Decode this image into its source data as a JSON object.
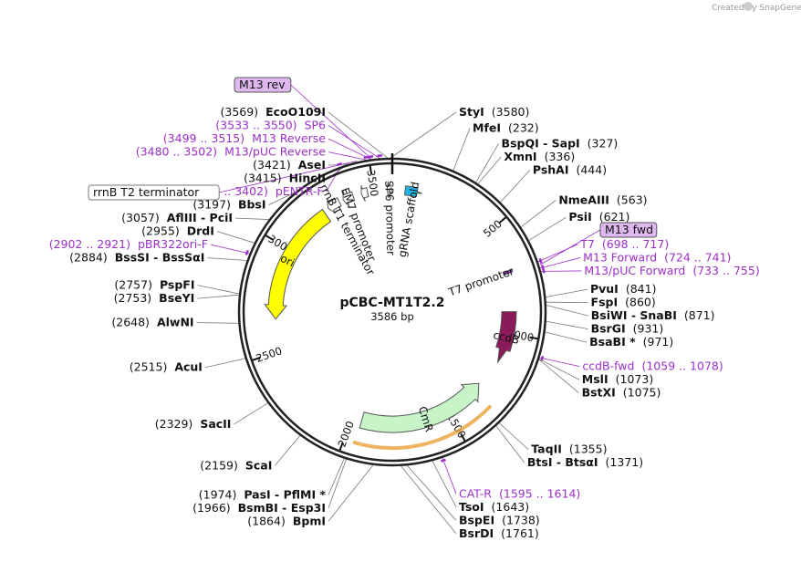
{
  "plasmid": {
    "name": "pCBC-MT1T2.2",
    "size_label": "3586 bp",
    "length": 3586
  },
  "credit": "Created by SnapGene",
  "colors": {
    "backbone": "#222222",
    "primer": "#9b30c8",
    "ori": "#ffff00",
    "cmr": "#c8f5c8",
    "ccdb": "#8b1a5a",
    "gRNA": "#21b4e6",
    "t7p": "#9b30c8"
  },
  "ticks": [
    {
      "pos": 500,
      "label": "500"
    },
    {
      "pos": 1000,
      "label": "1000"
    },
    {
      "pos": 1500,
      "label": "1500"
    },
    {
      "pos": 2000,
      "label": "2000"
    },
    {
      "pos": 2500,
      "label": "2500"
    },
    {
      "pos": 3000,
      "label": "3000"
    },
    {
      "pos": 3500,
      "label": "3500"
    }
  ],
  "features": [
    {
      "name": "ori",
      "start": 2655,
      "end": 3245,
      "direction": "rev",
      "color": "#ffff00",
      "kind": "ori"
    },
    {
      "name": "CmR",
      "start": 1290,
      "end": 1950,
      "direction": "rev",
      "color": "#c8f5c8",
      "kind": "cds"
    },
    {
      "name": "ccdB",
      "start": 895,
      "end": 1150,
      "direction": "fwd",
      "color": "#8b1a5a",
      "kind": "cds"
    },
    {
      "name": "gRNA scaffold",
      "start": 60,
      "end": 140,
      "direction": "fwd",
      "color": "#21b4e6",
      "kind": "misc"
    },
    {
      "name": "SP6 promoter",
      "start": 3562,
      "end": 3581,
      "direction": "rev",
      "color": "#ffffff",
      "kind": "promoter"
    },
    {
      "name": "EM7 promoter",
      "start": 3350,
      "end": 3400,
      "direction": "rev",
      "color": "#ffffff",
      "kind": "promoter"
    },
    {
      "name": "rrnB T1 terminator",
      "start": 3270,
      "end": 3330,
      "direction": "rev",
      "color": "#ffffff",
      "kind": "terminator"
    },
    {
      "name": "T7 promoter",
      "start": 700,
      "end": 718,
      "direction": "fwd",
      "color": "#9b30c8",
      "kind": "promoter"
    },
    {
      "name": "rrnB T2 terminator",
      "start": 3440,
      "end": 3470,
      "direction": "rev",
      "color": "#ffffff",
      "kind": "terminator"
    }
  ],
  "sites": [
    {
      "pos": 3569,
      "name": "EcoO109I",
      "pos_label": "(3569)",
      "side": "left"
    },
    {
      "pos": 3580,
      "name": "StyI",
      "pos_label": "(3580)",
      "side": "right"
    },
    {
      "pos": 232,
      "name": "MfeI",
      "pos_label": "(232)",
      "side": "right"
    },
    {
      "pos": 327,
      "name": "BspQI  -  SapI",
      "pos_label": "(327)",
      "side": "right"
    },
    {
      "pos": 336,
      "name": "XmnI",
      "pos_label": "(336)",
      "side": "right"
    },
    {
      "pos": 444,
      "name": "PshAI",
      "pos_label": "(444)",
      "side": "right"
    },
    {
      "pos": 563,
      "name": "NmeAIII",
      "pos_label": "(563)",
      "side": "right"
    },
    {
      "pos": 621,
      "name": "PsiI",
      "pos_label": "(621)",
      "side": "right"
    },
    {
      "pos": 841,
      "name": "PvuI",
      "pos_label": "(841)",
      "side": "right"
    },
    {
      "pos": 860,
      "name": "FspI",
      "pos_label": "(860)",
      "side": "right"
    },
    {
      "pos": 871,
      "name": "BsiWI  -  SnaBI",
      "pos_label": "(871)",
      "side": "right"
    },
    {
      "pos": 931,
      "name": "BsrGI",
      "pos_label": "(931)",
      "side": "right"
    },
    {
      "pos": 971,
      "name": "BsaBI *",
      "pos_label": "(971)",
      "side": "right"
    },
    {
      "pos": 1073,
      "name": "MslI",
      "pos_label": "(1073)",
      "side": "right"
    },
    {
      "pos": 1075,
      "name": "BstXI",
      "pos_label": "(1075)",
      "side": "right"
    },
    {
      "pos": 1355,
      "name": "TaqII",
      "pos_label": "(1355)",
      "side": "right"
    },
    {
      "pos": 1371,
      "name": "BtsI  -  BtsαI",
      "pos_label": "(1371)",
      "side": "right"
    },
    {
      "pos": 1643,
      "name": "TsoI",
      "pos_label": "(1643)",
      "side": "right"
    },
    {
      "pos": 1738,
      "name": "BspEI",
      "pos_label": "(1738)",
      "side": "right"
    },
    {
      "pos": 1761,
      "name": "BsrDI",
      "pos_label": "(1761)",
      "side": "right"
    },
    {
      "pos": 1864,
      "name": "BpmI",
      "pos_label": "(1864)",
      "side": "left"
    },
    {
      "pos": 1966,
      "name": "BsmBI  -  Esp3I",
      "pos_label": "(1966)",
      "side": "left"
    },
    {
      "pos": 1974,
      "name": "PasI  -  PflMI *",
      "pos_label": "(1974)",
      "side": "left"
    },
    {
      "pos": 2159,
      "name": "ScaI",
      "pos_label": "(2159)",
      "side": "left"
    },
    {
      "pos": 2329,
      "name": "SacII",
      "pos_label": "(2329)",
      "side": "left"
    },
    {
      "pos": 2515,
      "name": "AcuI",
      "pos_label": "(2515)",
      "side": "left"
    },
    {
      "pos": 2648,
      "name": "AlwNI",
      "pos_label": "(2648)",
      "side": "left"
    },
    {
      "pos": 2753,
      "name": "BseYI",
      "pos_label": "(2753)",
      "side": "left"
    },
    {
      "pos": 2757,
      "name": "PspFI",
      "pos_label": "(2757)",
      "side": "left"
    },
    {
      "pos": 2884,
      "name": "BssSI  -  BssSαI",
      "pos_label": "(2884)",
      "side": "left"
    },
    {
      "pos": 2955,
      "name": "DrdI",
      "pos_label": "(2955)",
      "side": "left"
    },
    {
      "pos": 3057,
      "name": "AflIII  -  PciI",
      "pos_label": "(3057)",
      "side": "left"
    },
    {
      "pos": 3197,
      "name": "BbsI",
      "pos_label": "(3197)",
      "side": "left"
    },
    {
      "pos": 3415,
      "name": "HincII",
      "pos_label": "(3415)",
      "side": "left"
    },
    {
      "pos": 3421,
      "name": "AseI",
      "pos_label": "(3421)",
      "side": "left"
    }
  ],
  "primers": [
    {
      "pos": 3540,
      "name": "SP6",
      "range": "(3533 .. 3550)",
      "side": "left"
    },
    {
      "pos": 3507,
      "name": "M13 Reverse",
      "range": "(3499 .. 3515)",
      "side": "left"
    },
    {
      "pos": 3491,
      "name": "M13/pUC Reverse",
      "range": "(3480 .. 3502)",
      "side": "left"
    },
    {
      "pos": 3390,
      "name": "pENTR-F",
      "range": "(3379 .. 3402)",
      "side": "left"
    },
    {
      "pos": 2911,
      "name": "pBR322ori-F",
      "range": "(2902 .. 2921)",
      "side": "left"
    },
    {
      "pos": 707,
      "name": "T7",
      "range": "(698 .. 717)",
      "side": "right"
    },
    {
      "pos": 732,
      "name": "M13 Forward",
      "range": "(724 .. 741)",
      "side": "right"
    },
    {
      "pos": 744,
      "name": "M13/pUC Forward",
      "range": "(733 .. 755)",
      "side": "right"
    },
    {
      "pos": 1068,
      "name": "ccdB-fwd",
      "range": "(1059 .. 1078)",
      "side": "right"
    },
    {
      "pos": 1604,
      "name": "CAT-R",
      "range": "(1595 .. 1614)",
      "side": "right"
    }
  ],
  "boxed_labels": [
    {
      "pos": 3507,
      "text": "M13 rev",
      "style": "primer"
    },
    {
      "pos": 720,
      "text": "M13 fwd",
      "style": "primer"
    },
    {
      "pos": 3455,
      "text": "rrnB T2 terminator",
      "style": "feature"
    }
  ]
}
